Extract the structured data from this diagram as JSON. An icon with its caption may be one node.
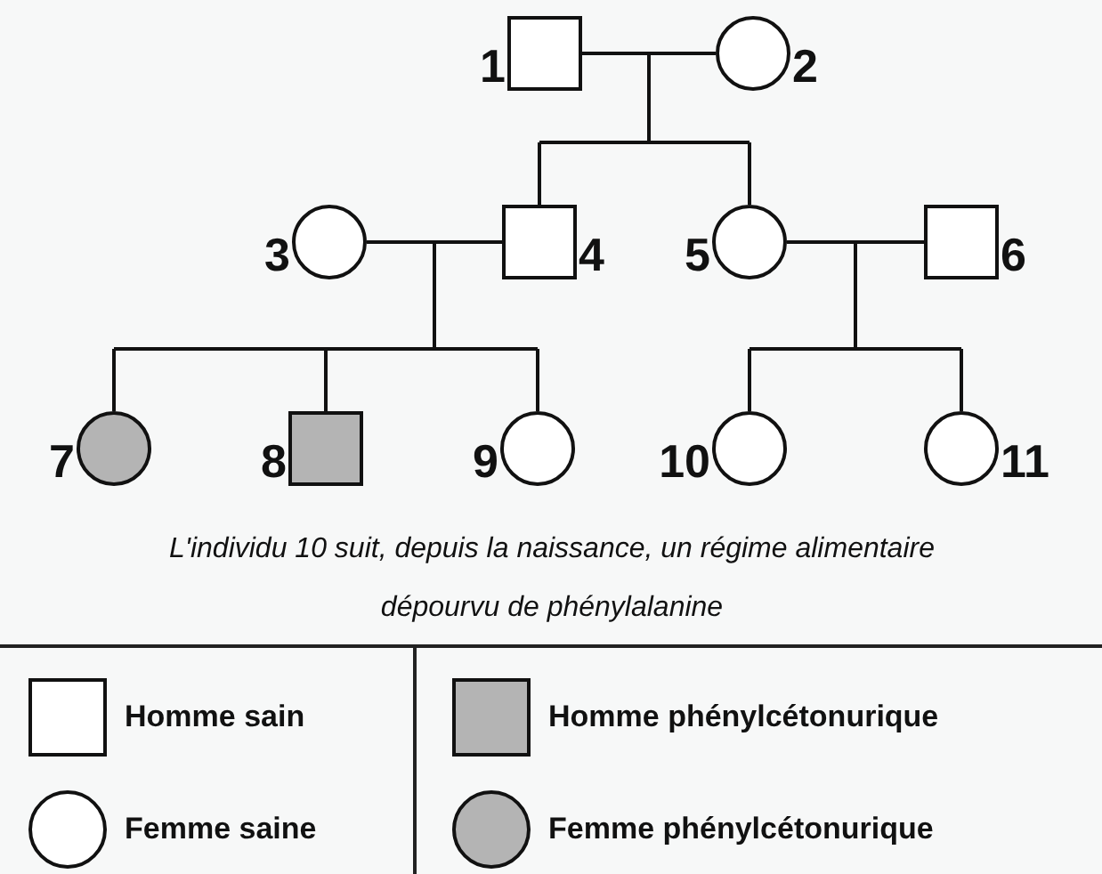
{
  "diagram": {
    "caption": "L'individu 10 suit, depuis la naissance, un régime alimentaire dépourvu de phénylalanine",
    "nodes": [
      {
        "text": [],
        "shape": "box",
        "beside": [
          "1"
        ]
      },
      {
        "text": [],
        "shape": "circle",
        "beside": [
          "2"
        ]
      },
      {
        "text": [],
        "shape": "circle",
        "beside": [
          "3"
        ]
      },
      {
        "text": [],
        "shape": "box",
        "beside": [
          "4"
        ]
      },
      {
        "text": [],
        "shape": "circle",
        "beside": [
          "5"
        ]
      },
      {
        "text": [],
        "shape": "box",
        "beside": [
          "6"
        ]
      },
      {
        "text": [],
        "shape": "shaded-circle",
        "beside": [
          "7"
        ]
      },
      {
        "text": [],
        "shape": "shaded-box",
        "beside": [
          "8"
        ]
      },
      {
        "text": [],
        "shape": "circle",
        "beside": [
          "9"
        ]
      },
      {
        "text": [],
        "shape": "circle",
        "beside": [
          "10"
        ]
      },
      {
        "text": [],
        "shape": "circle",
        "beside": [
          "11"
        ]
      }
    ],
    "edges": [
      {
        "from": 0,
        "to": 1,
        "arrow": "none"
      },
      {
        "from": 0,
        "to": 3,
        "arrow": "none"
      },
      {
        "from": 1,
        "to": 3,
        "arrow": "none"
      },
      {
        "from": 0,
        "to": 4,
        "arrow": "none"
      },
      {
        "from": 1,
        "to": 4,
        "arrow": "none"
      },
      {
        "from": 2,
        "to": 3,
        "arrow": "none"
      },
      {
        "from": 2,
        "to": 6,
        "arrow": "none"
      },
      {
        "from": 3,
        "to": 6,
        "arrow": "none"
      },
      {
        "from": 2,
        "to": 7,
        "arrow": "none"
      },
      {
        "from": 3,
        "to": 7,
        "arrow": "none"
      },
      {
        "from": 2,
        "to": 8,
        "arrow": "none"
      },
      {
        "from": 3,
        "to": 8,
        "arrow": "none"
      },
      {
        "from": 4,
        "to": 5,
        "arrow": "none"
      },
      {
        "from": 4,
        "to": 9,
        "arrow": "none"
      },
      {
        "from": 5,
        "to": 9,
        "arrow": "none"
      },
      {
        "from": 4,
        "to": 10,
        "arrow": "none"
      },
      {
        "from": 5,
        "to": 10,
        "arrow": "none"
      }
    ],
    "legend": [
      {
        "text": "Homme sain",
        "color": "#ffffff"
      },
      {
        "text": "Homme phénylcétonurique",
        "color": "#b4b4b4"
      },
      {
        "text": "Femme saine",
        "color": "#ffffff"
      },
      {
        "text": "Femme phénylcétonurique",
        "color": "#b4b4b4"
      }
    ]
  }
}
